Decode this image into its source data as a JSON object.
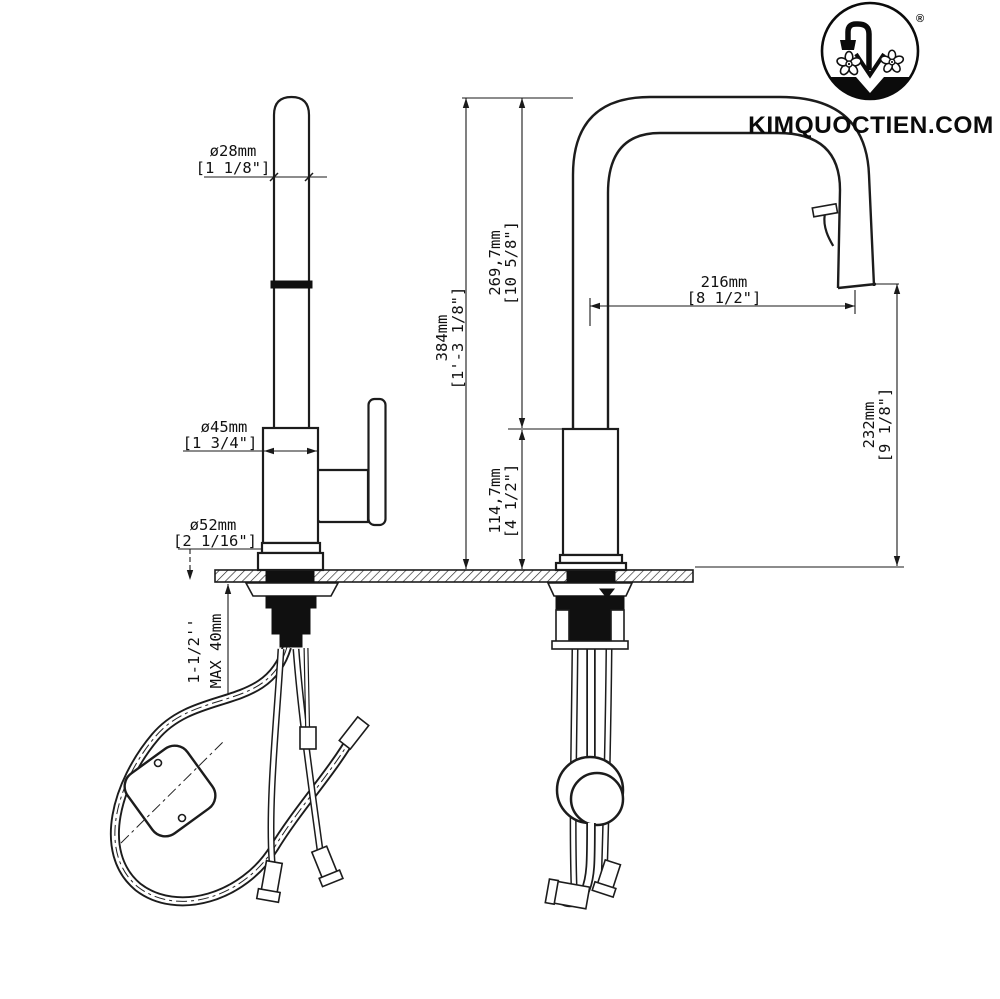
{
  "brand": {
    "name": "KIMQUOCTIEN.COM",
    "registered_mark": "®"
  },
  "drawing": {
    "type": "faucet technical dimension drawing",
    "views": [
      "side view with handle",
      "front view with pull-down spray"
    ],
    "dimensions": {
      "spout_tube_diameter": {
        "metric": "ø28mm",
        "imperial": "[1 1/8\"]"
      },
      "body_diameter": {
        "metric": "ø45mm",
        "imperial": "[1 3/4\"]"
      },
      "base_diameter": {
        "metric": "ø52mm",
        "imperial": "[2 1/16\"]"
      },
      "overall_height": {
        "metric": "384mm",
        "imperial": "[1'-3 1/8\"]"
      },
      "upper_spout_height": {
        "metric": "269,7mm",
        "imperial": "[10 5/8\"]"
      },
      "body_height": {
        "metric": "114,7mm",
        "imperial": "[4 1/2\"]"
      },
      "spout_reach": {
        "metric": "216mm",
        "imperial": "[8 1/2\"]"
      },
      "outlet_height": {
        "metric": "232mm",
        "imperial": "[9 1/8\"]"
      },
      "deck_thickness": {
        "line1": "1-1/2''",
        "line2": "MAX 40mm"
      }
    }
  }
}
